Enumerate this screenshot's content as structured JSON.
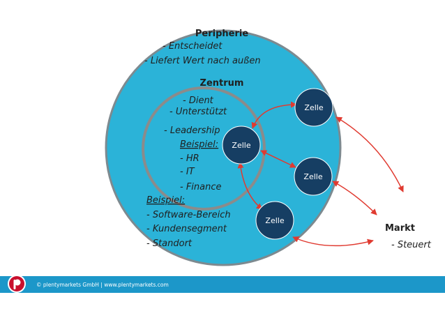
{
  "periphery": {
    "title": "Peripherie",
    "items": [
      "- Entscheidet",
      "- Liefert Wert nach außen"
    ],
    "example_title": "Beispiel:",
    "example_items": [
      "- Software-Bereich",
      "- Kundensegment",
      "- Standort"
    ]
  },
  "center": {
    "title": "Zentrum",
    "items": [
      "- Dient",
      "- Unterstützt",
      "- Leadership"
    ],
    "example_title": "Beispiel:",
    "example_items": [
      "- HR",
      "- IT",
      "- Finance"
    ]
  },
  "cells": [
    "Zelle",
    "Zelle",
    "Zelle",
    "Zelle"
  ],
  "market": {
    "title": "Markt",
    "subtitle": "- Steuert"
  },
  "footer": {
    "text": "© plentymarkets GmbH  |  www.plentymarkets.com"
  },
  "colors": {
    "outer_circle": "#2bb3d8",
    "inner_ring": "#8b8b8b",
    "cell": "#163e63",
    "arrow": "#e03a30",
    "footer": "#1c97c9",
    "logo": "#c8102e"
  }
}
